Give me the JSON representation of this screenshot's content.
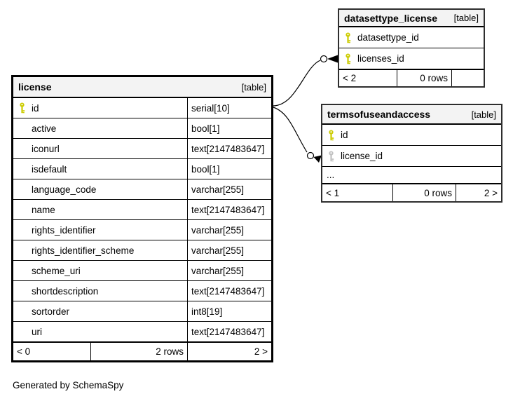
{
  "page": {
    "footer_note": "Generated by SchemaSpy"
  },
  "colors": {
    "pk_key": "#cccc00",
    "fk_key": "#c0c0c0",
    "header_bg": "#f3f3f3",
    "border": "#000000",
    "line": "#000000"
  },
  "tables": {
    "license": {
      "title": "license",
      "tag": "[table]",
      "rows": [
        {
          "name": "id",
          "type": "serial[10]",
          "key": "pk"
        },
        {
          "name": "active",
          "type": "bool[1]",
          "key": null
        },
        {
          "name": "iconurl",
          "type": "text[2147483647]",
          "key": null
        },
        {
          "name": "isdefault",
          "type": "bool[1]",
          "key": null
        },
        {
          "name": "language_code",
          "type": "varchar[255]",
          "key": null
        },
        {
          "name": "name",
          "type": "text[2147483647]",
          "key": null
        },
        {
          "name": "rights_identifier",
          "type": "varchar[255]",
          "key": null
        },
        {
          "name": "rights_identifier_scheme",
          "type": "varchar[255]",
          "key": null
        },
        {
          "name": "scheme_uri",
          "type": "varchar[255]",
          "key": null
        },
        {
          "name": "shortdescription",
          "type": "text[2147483647]",
          "key": null
        },
        {
          "name": "sortorder",
          "type": "int8[19]",
          "key": null
        },
        {
          "name": "uri",
          "type": "text[2147483647]",
          "key": null
        }
      ],
      "footer": {
        "left": "< 0",
        "center": "2 rows",
        "right": "2 >"
      }
    },
    "datasettype_license": {
      "title": "datasettype_license",
      "tag": "[table]",
      "rows": [
        {
          "name": "datasettype_id",
          "key": "pk"
        },
        {
          "name": "licenses_id",
          "key": "pk"
        }
      ],
      "footer": {
        "left": "< 2",
        "center": "0 rows",
        "right": ""
      }
    },
    "termsofuseandaccess": {
      "title": "termsofuseandaccess",
      "tag": "[table]",
      "rows": [
        {
          "name": "id",
          "key": "pk"
        },
        {
          "name": "license_id",
          "key": "fk"
        },
        {
          "name": "...",
          "key": null
        }
      ],
      "footer": {
        "left": "< 1",
        "center": "0 rows",
        "right": "2 >"
      }
    }
  },
  "relationships": [
    {
      "from": "license.id",
      "to": "datasettype_license.licenses_id"
    },
    {
      "from": "license.id",
      "to": "termsofuseandaccess.license_id"
    }
  ]
}
